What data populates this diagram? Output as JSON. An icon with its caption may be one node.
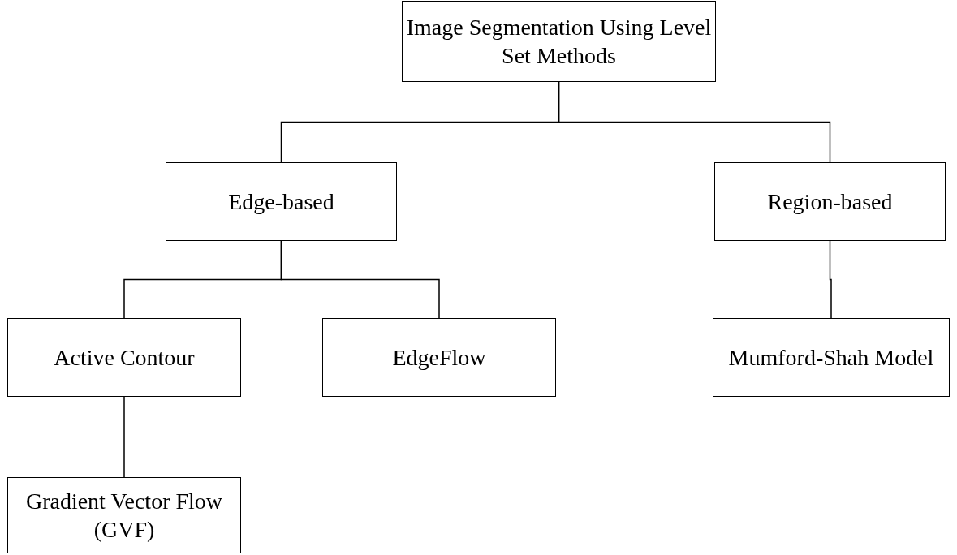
{
  "diagram": {
    "nodes": [
      {
        "text": [
          "Image Segmentation Using Level Set Methods"
        ]
      },
      {
        "text": [
          "Edge-based"
        ]
      },
      {
        "text": [
          "Region-based"
        ]
      },
      {
        "text": [
          "Active Contour"
        ]
      },
      {
        "text": [
          "EdgeFlow"
        ]
      },
      {
        "text": [
          "Mumford-Shah Model"
        ]
      },
      {
        "text": [
          "Gradient Vector Flow (GVF)"
        ]
      }
    ],
    "edges": [
      {
        "from": 0,
        "to": 1,
        "arrow": "none"
      },
      {
        "from": 0,
        "to": 2,
        "arrow": "none"
      },
      {
        "from": 1,
        "to": 3,
        "arrow": "none"
      },
      {
        "from": 1,
        "to": 4,
        "arrow": "none"
      },
      {
        "from": 2,
        "to": 5,
        "arrow": "none"
      },
      {
        "from": 3,
        "to": 6,
        "arrow": "none"
      }
    ]
  }
}
